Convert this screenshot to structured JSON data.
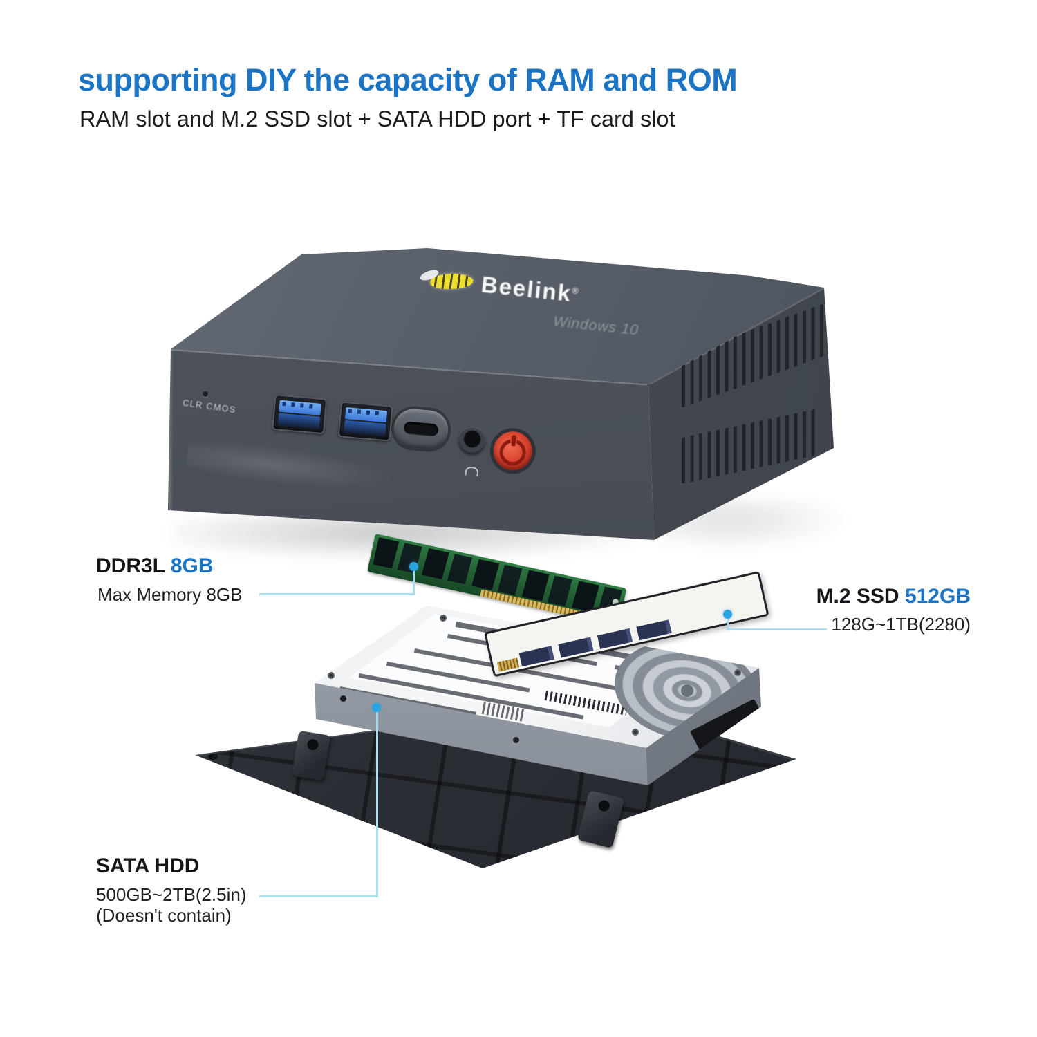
{
  "colors": {
    "accent_blue": "#1b74c4",
    "callout_line": "#a9dcee",
    "callout_dot": "#2aa4de",
    "power_red": "#d63d2a"
  },
  "header": {
    "title": "supporting DIY the capacity of RAM and ROM",
    "subtitle": "RAM slot and M.2 SSD slot + SATA HDD port + TF card slot"
  },
  "device": {
    "brand": "Beelink",
    "brand_mark": "®",
    "top_sticker": "Windows 10",
    "front_label": "CLR CMOS",
    "ports": [
      "usb-3.0-type-a",
      "usb-3.0-type-a",
      "usb-type-c",
      "headphone-jack",
      "power-button"
    ]
  },
  "callouts": {
    "ram": {
      "name": "DDR3L",
      "value": "8GB",
      "detail": "Max Memory 8GB"
    },
    "ssd": {
      "name": "M.2 SSD",
      "value": "512GB",
      "detail": "128G~1TB(2280)"
    },
    "hdd": {
      "name": "SATA HDD",
      "detail": "500GB~2TB(2.5in)",
      "note": "(Doesn't contain)"
    }
  }
}
